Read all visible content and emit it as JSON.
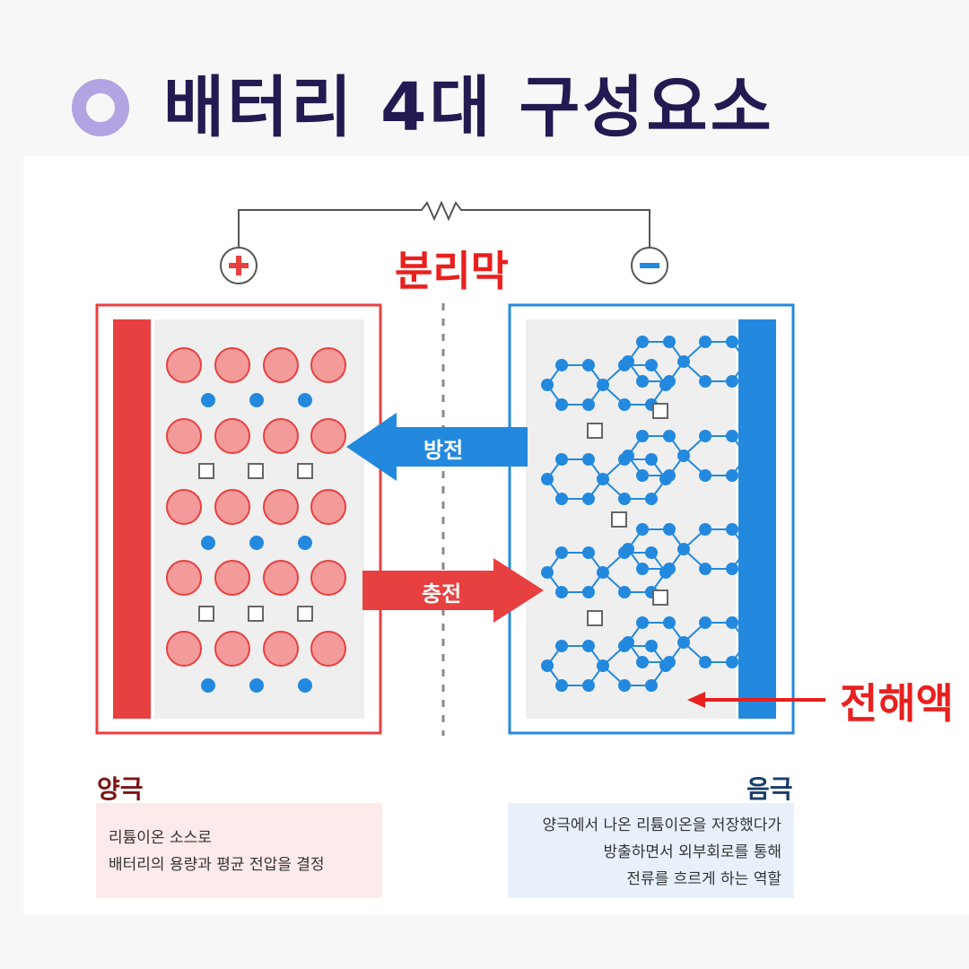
{
  "title": "배터리 4대 구성요소",
  "labels": {
    "separator": "분리막",
    "electrolyte": "전해액",
    "discharge": "방전",
    "charge": "충전",
    "cathode": "양극",
    "anode": "음극"
  },
  "cathode_desc": [
    "리튬이온 소스로",
    "배터리의 용량과 평균 전압을 결정"
  ],
  "anode_desc": [
    "양극에서 나온 리튬이온을 저장했다가",
    "방출하면서 외부회로를 통해",
    "전류를 흐르게 하는 역할"
  ],
  "colors": {
    "title": "#241a52",
    "accent_ring": "#b3a3e3",
    "cathode_red": "#e84040",
    "anode_blue": "#2389de",
    "label_red": "#e8201e"
  },
  "icons": {
    "positive_terminal": "plus-circle-icon",
    "negative_terminal": "minus-circle-icon",
    "resistor": "resistor-icon"
  }
}
